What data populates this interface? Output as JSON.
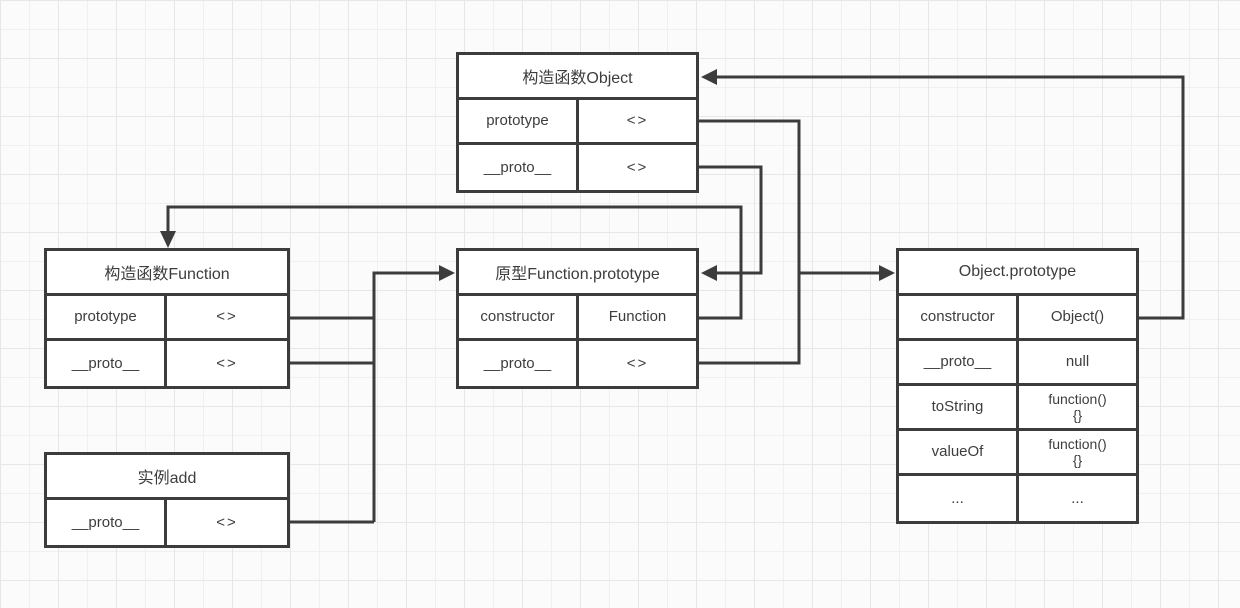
{
  "diagram": {
    "colors": {
      "line": "#3c3c3c",
      "node_fill": "#ffffff",
      "canvas": "#fbfbfb",
      "grid": "#e7e7e7"
    },
    "nodes": {
      "object_constructor": {
        "title": "构造函数Object",
        "rows": [
          {
            "key": "prototype",
            "value": "<>"
          },
          {
            "key": "__proto__",
            "value": "<>"
          }
        ]
      },
      "function_constructor": {
        "title": "构造函数Function",
        "rows": [
          {
            "key": "prototype",
            "value": "<>"
          },
          {
            "key": "__proto__",
            "value": "<>"
          }
        ]
      },
      "function_prototype": {
        "title": "原型Function.prototype",
        "rows": [
          {
            "key": "constructor",
            "value": "Function"
          },
          {
            "key": "__proto__",
            "value": "<>"
          }
        ]
      },
      "object_prototype": {
        "title": "Object.prototype",
        "rows": [
          {
            "key": "constructor",
            "value": "Object()"
          },
          {
            "key": "__proto__",
            "value": "null"
          },
          {
            "key": "toString",
            "value": "function()\n{}"
          },
          {
            "key": "valueOf",
            "value": "function()\n{}"
          },
          {
            "key": "...",
            "value": "..."
          }
        ]
      },
      "add_instance": {
        "title": "实例add",
        "rows": [
          {
            "key": "__proto__",
            "value": "<>"
          }
        ]
      }
    },
    "edges": [
      {
        "from": "object_prototype.constructor",
        "to": "object_constructor.title"
      },
      {
        "from": "object_constructor.prototype",
        "to": "object_prototype.title"
      },
      {
        "from": "function_prototype.__proto__",
        "to": "object_prototype.title"
      },
      {
        "from": "object_constructor.__proto__",
        "to": "function_prototype.title"
      },
      {
        "from": "function_prototype.constructor",
        "to": "function_constructor.top"
      },
      {
        "from": "function_constructor.prototype",
        "to": "function_prototype.title"
      },
      {
        "from": "function_constructor.__proto__",
        "to": "function_prototype.title"
      },
      {
        "from": "add_instance.__proto__",
        "to": "function_prototype.title"
      }
    ]
  }
}
